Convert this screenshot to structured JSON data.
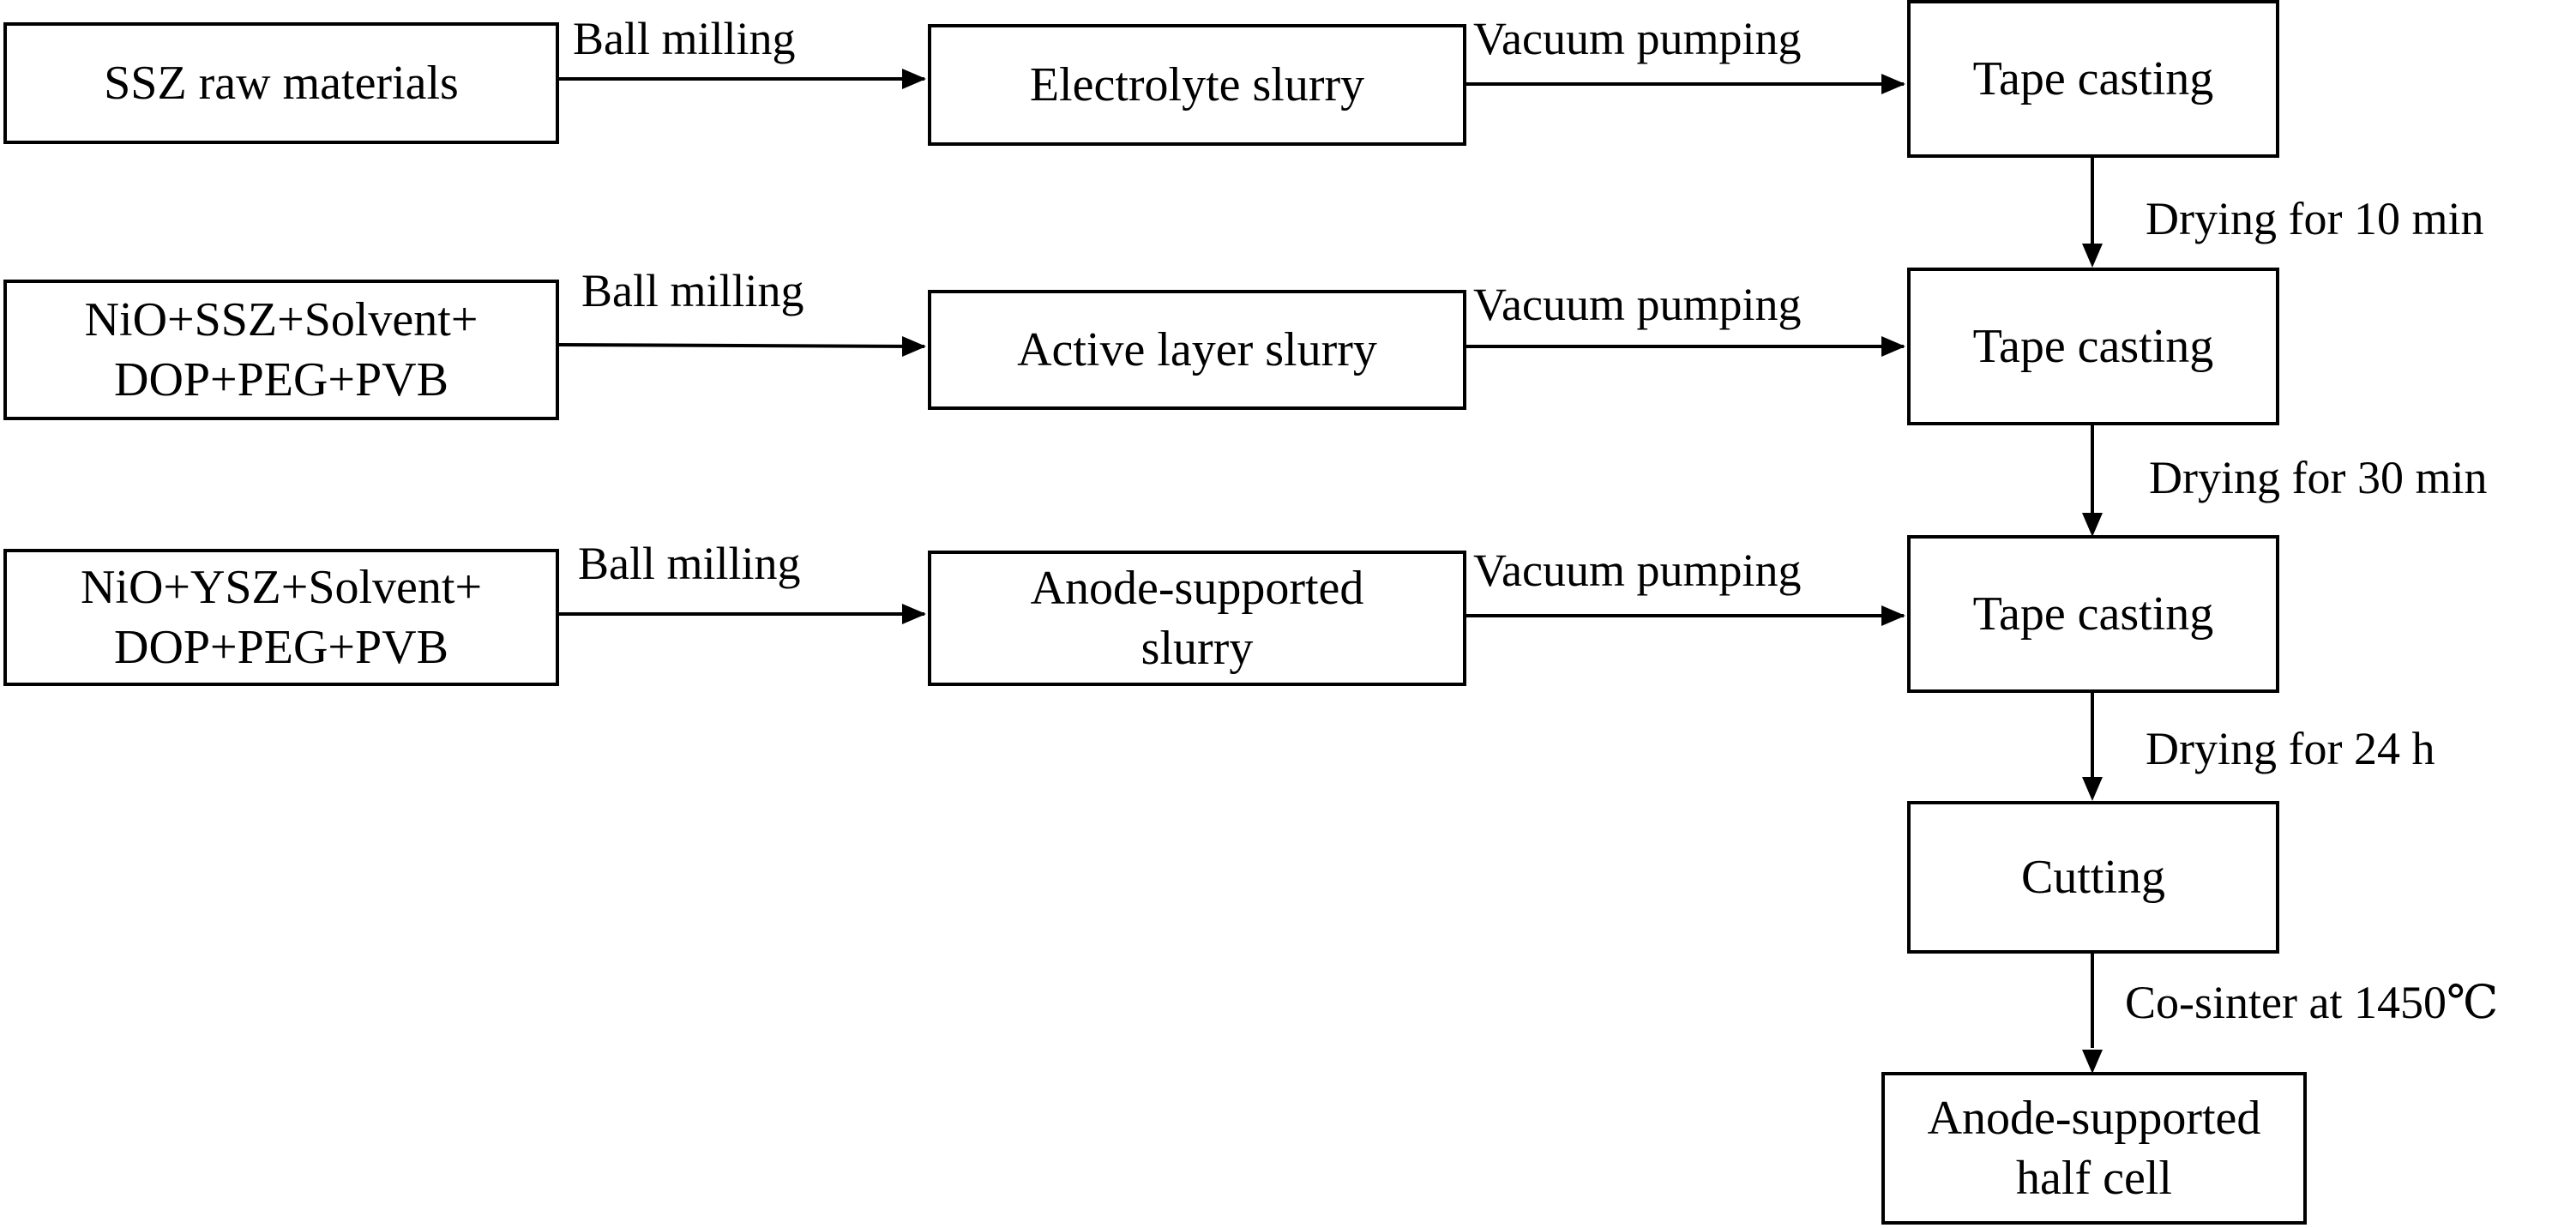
{
  "boxes": {
    "ssz_raw": "SSZ raw materials",
    "electrolyte_slurry": "Electrolyte slurry",
    "tape1": "Tape casting",
    "nio_ssz_mix": "NiO+SSZ+Solvent+\nDOP+PEG+PVB",
    "active_slurry": "Active layer slurry",
    "tape2": "Tape casting",
    "nio_ysz_mix": "NiO+YSZ+Solvent+\nDOP+PEG+PVB",
    "anode_slurry": "Anode-supported\nslurry",
    "tape3": "Tape casting",
    "cutting": "Cutting",
    "half_cell": "Anode-supported\nhalf cell"
  },
  "edges": {
    "ball1": "Ball milling",
    "vac1": "Vacuum pumping",
    "ball2": "Ball milling",
    "vac2": "Vacuum pumping",
    "ball3": "Ball milling",
    "vac3": "Vacuum pumping",
    "dry1": "Drying for 10 min",
    "dry2": "Drying for 30 min",
    "dry3": "Drying for 24 h",
    "sinter": "Co-sinter at 1450℃"
  }
}
